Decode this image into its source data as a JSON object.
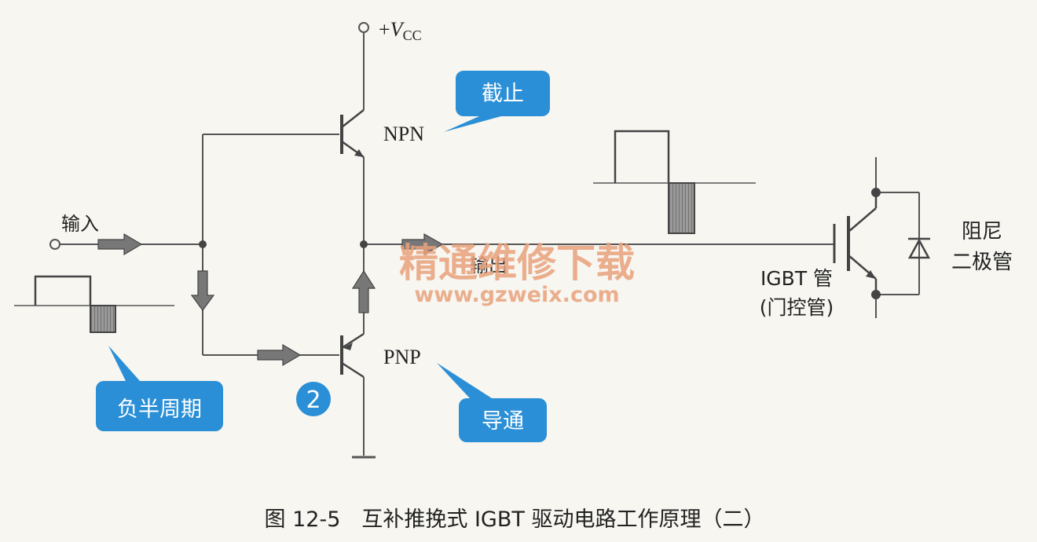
{
  "labels": {
    "vcc_plus": "+",
    "vcc_v": "V",
    "vcc_sub": "CC",
    "npn": "NPN",
    "pnp": "PNP",
    "input": "输入",
    "output": "输出",
    "igbt_line1": "IGBT 管",
    "igbt_line2": "(门控管)",
    "diode_line1": "阻尼",
    "diode_line2": "二极管"
  },
  "callouts": {
    "npn_state": "截止",
    "pnp_state": "导通",
    "half_cycle": "负半周期",
    "step_number": "2"
  },
  "caption": "图 12-5　互补推挽式 IGBT 驱动电路工作原理（二）",
  "watermark": {
    "title": "精通维修下载",
    "url": "www.gzweix.com"
  },
  "colors": {
    "wire": "#555555",
    "callout": "#2a8fd6",
    "arrow": "#777777",
    "watermark": "#e9a27c"
  }
}
